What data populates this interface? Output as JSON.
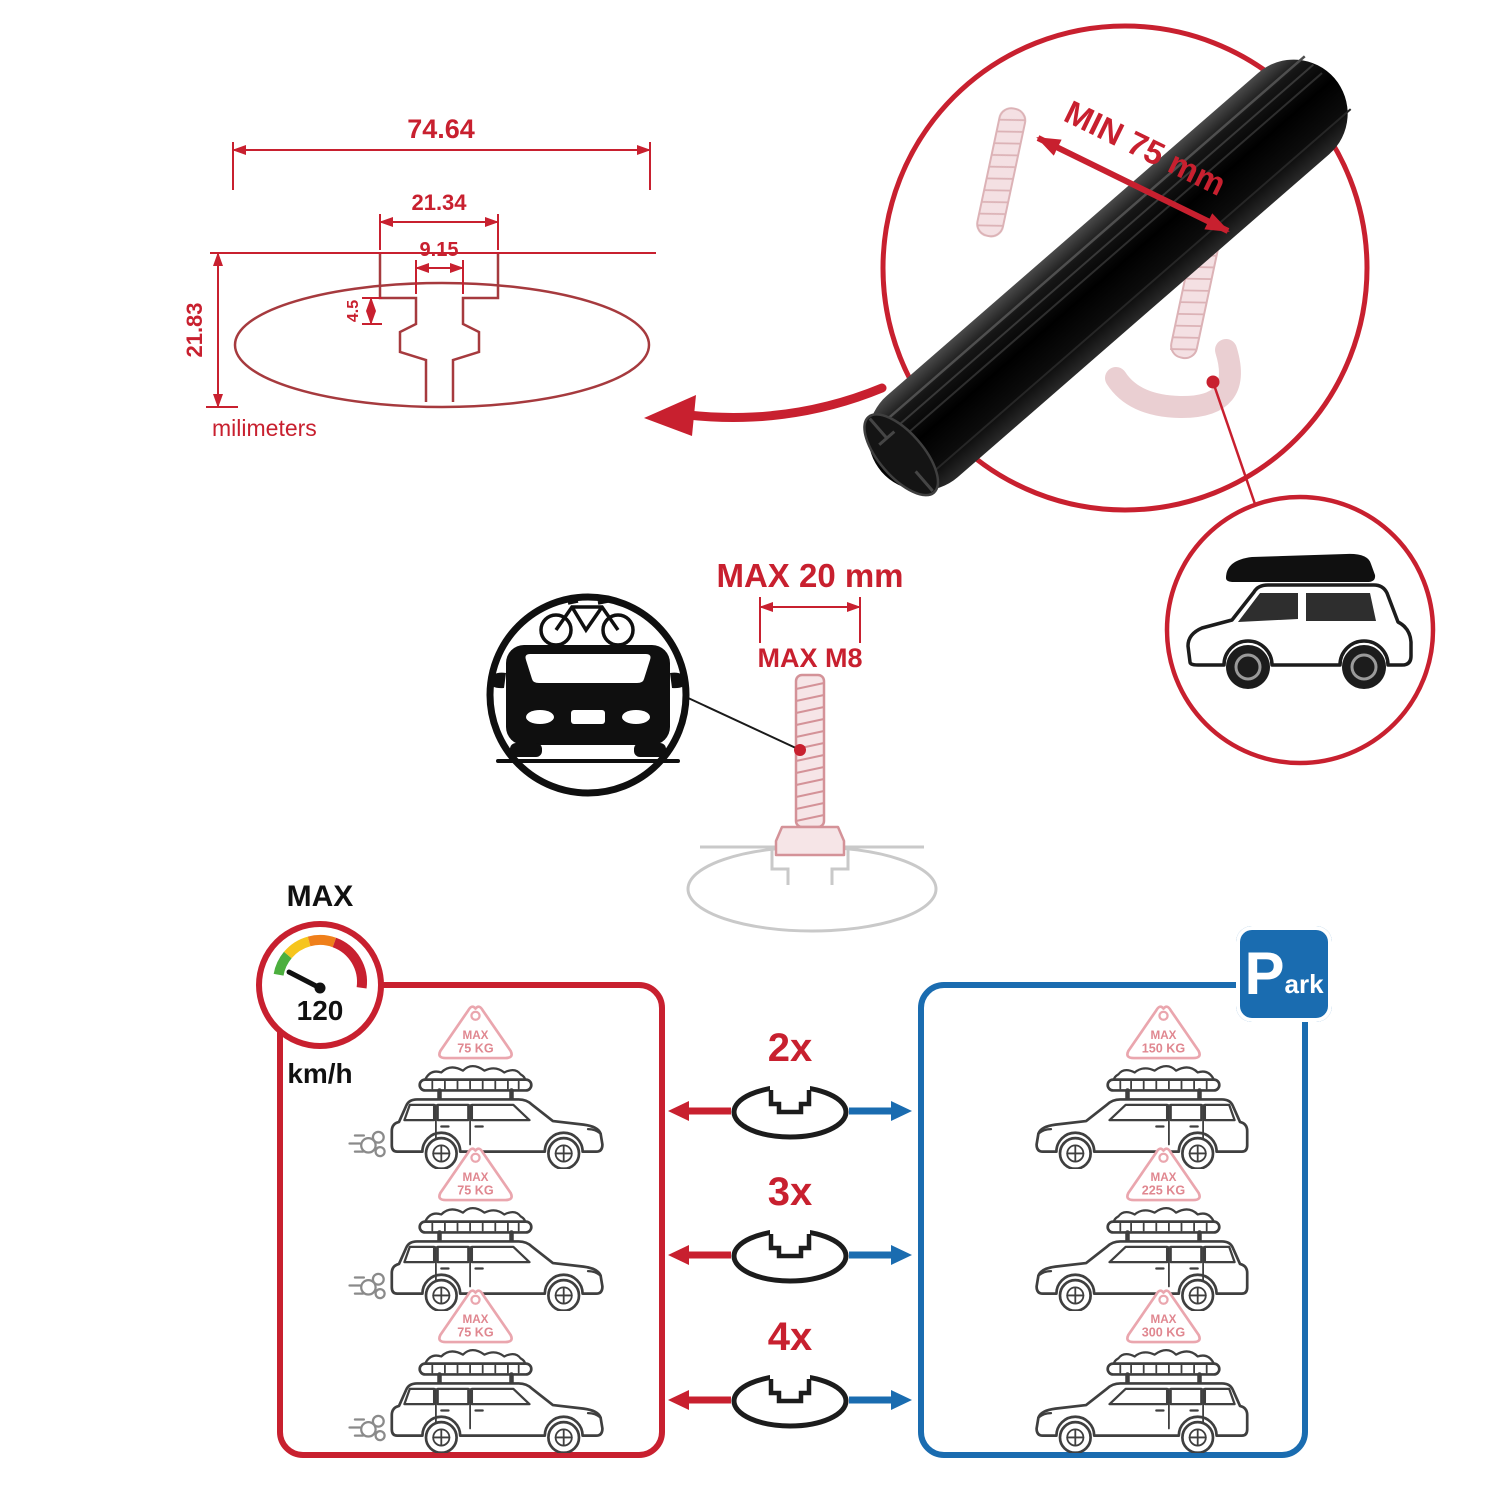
{
  "colors": {
    "red": "#c8202f",
    "blue": "#1a6cb0",
    "black": "#111111",
    "ghost_pink": "#d9a7ad"
  },
  "cross_section": {
    "overall_width": "74.64",
    "channel_outer_width": "21.34",
    "channel_slot_width": "9.15",
    "lip_height": "4.5",
    "overall_height": "21.83",
    "units_label": "milimeters"
  },
  "bar_detail": {
    "min_span_label": "MIN 75 mm"
  },
  "bolt_detail": {
    "max_width_label": "MAX 20 mm",
    "max_thread_label": "MAX M8"
  },
  "speed_limit": {
    "title": "MAX",
    "value": "120",
    "unit": "km/h"
  },
  "park_sign": {
    "letter": "P",
    "suffix": "ark"
  },
  "bar_count_options": [
    {
      "label": "2x"
    },
    {
      "label": "3x"
    },
    {
      "label": "4x"
    }
  ],
  "driving_cars": [
    {
      "max_label": "MAX",
      "load": "75 KG"
    },
    {
      "max_label": "MAX",
      "load": "75 KG"
    },
    {
      "max_label": "MAX",
      "load": "75 KG"
    }
  ],
  "parked_cars": [
    {
      "max_label": "MAX",
      "load": "150 KG"
    },
    {
      "max_label": "MAX",
      "load": "225 KG"
    },
    {
      "max_label": "MAX",
      "load": "300 KG"
    }
  ]
}
